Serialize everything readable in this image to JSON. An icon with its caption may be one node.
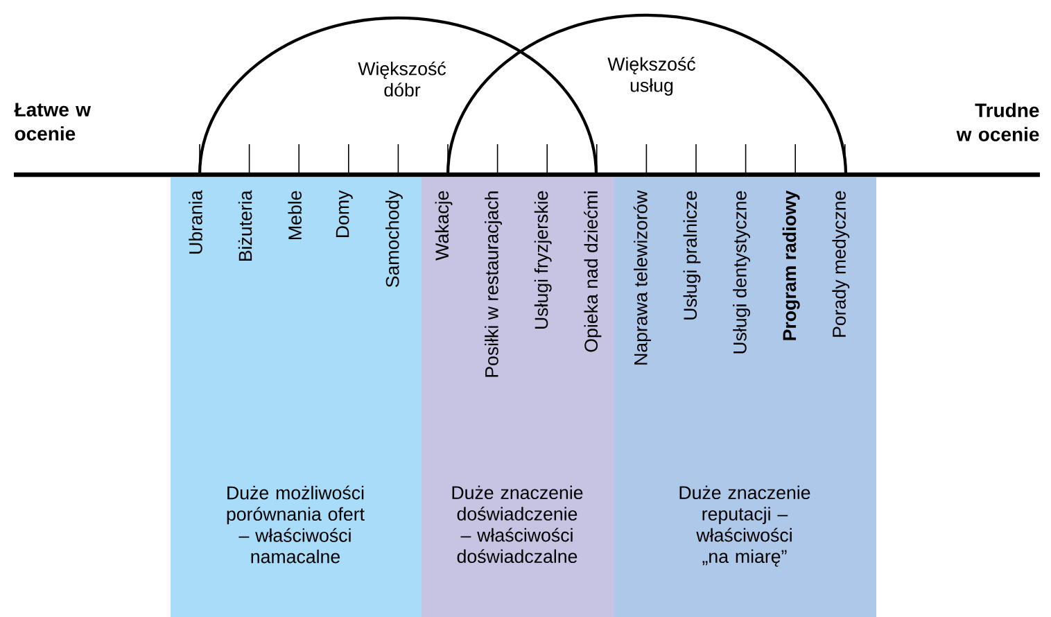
{
  "diagram": {
    "nodes": [
      {
        "text": [
          "Większość dóbr"
        ]
      },
      {
        "text": [
          "Większość usług"
        ]
      },
      {
        "text": [
          "Duże możliwości porównania ofert – właściwości namacalne"
        ]
      },
      {
        "text": [
          "Duże znaczenie doświadczenie – właściwości doświadczalne"
        ]
      },
      {
        "text": [
          "Duże znaczenie reputacji – właściwości „na miarę”"
        ]
      }
    ],
    "labels": [
      "Łatwe w ocenie",
      "Trudne w ocenie",
      "Ubrania",
      "Biżuteria",
      "Meble",
      "Domy",
      "Samochody",
      "Wakacje",
      "Posiłki w restauracjach",
      "Usługi fryzjerskie",
      "Opieka nad dziećmi",
      "Naprawa telewizorów",
      "Usługi pralnicze",
      "Usługi dentystyczne",
      "Program radiowy",
      "Porady medyczne"
    ]
  }
}
